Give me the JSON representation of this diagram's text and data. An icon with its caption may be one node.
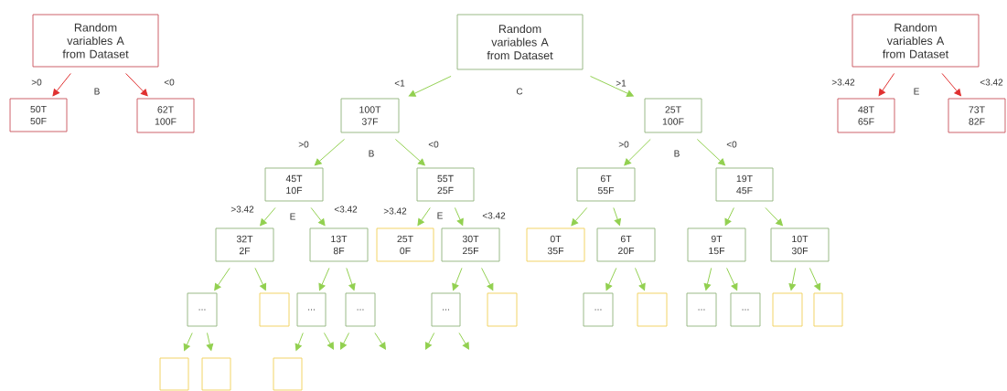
{
  "diagram": {
    "nodes": [
      {
        "text": [
          "Random variables A from Dataset"
        ]
      },
      {
        "text": [
          "50T 50F"
        ]
      },
      {
        "text": [
          "62T 100F"
        ]
      },
      {
        "text": [
          "Random variables A from Dataset"
        ]
      },
      {
        "text": [
          "48T 65F"
        ]
      },
      {
        "text": [
          "73T 82F"
        ]
      },
      {
        "text": [
          "Random variables A from Dataset"
        ]
      },
      {
        "text": [
          "100T 37F"
        ]
      },
      {
        "text": [
          "25T 100F"
        ]
      },
      {
        "text": [
          "45T 10F"
        ]
      },
      {
        "text": [
          "55T 25F"
        ]
      },
      {
        "text": [
          "6T 55F"
        ]
      },
      {
        "text": [
          "19T 45F"
        ]
      },
      {
        "text": [
          "32T 2F"
        ]
      },
      {
        "text": [
          "13T 8F"
        ]
      },
      {
        "text": [
          "25T 0F"
        ]
      },
      {
        "text": [
          "30T 25F"
        ]
      },
      {
        "text": [
          "0T 35F"
        ]
      },
      {
        "text": [
          "6T 20F"
        ]
      },
      {
        "text": [
          "9T 15F"
        ]
      },
      {
        "text": [
          "10T 30F"
        ]
      },
      {
        "text": [
          "..."
        ]
      },
      {
        "text": [],
        "shape": "box"
      },
      {
        "text": [
          "..."
        ]
      },
      {
        "text": [
          "..."
        ]
      },
      {
        "text": [
          "..."
        ]
      },
      {
        "text": [],
        "shape": "box"
      },
      {
        "text": [
          "..."
        ]
      },
      {
        "text": [],
        "shape": "box"
      },
      {
        "text": [
          "..."
        ]
      },
      {
        "text": [
          "..."
        ]
      },
      {
        "text": [],
        "shape": "box"
      },
      {
        "text": [],
        "shape": "box"
      },
      {
        "text": [],
        "shape": "box"
      },
      {
        "text": [],
        "shape": "box"
      },
      {
        "text": [],
        "shape": "box"
      }
    ],
    "edges": [
      {
        "from": 0,
        "to": 1,
        "arrow": "to",
        "label": ">0",
        "color": "#e03030"
      },
      {
        "from": 0,
        "to": 2,
        "arrow": "to",
        "label": "<0",
        "color": "#e03030"
      },
      {
        "from": 3,
        "to": 4,
        "arrow": "to",
        "label": ">3.42",
        "color": "#e03030"
      },
      {
        "from": 3,
        "to": 5,
        "arrow": "to",
        "label": "<3.42",
        "color": "#e03030"
      },
      {
        "from": 6,
        "to": 7,
        "arrow": "to",
        "label": "<1"
      },
      {
        "from": 6,
        "to": 8,
        "arrow": "to",
        "label": ">1"
      },
      {
        "from": 7,
        "to": 9,
        "arrow": "to",
        "label": ">0"
      },
      {
        "from": 7,
        "to": 10,
        "arrow": "to",
        "label": "<0"
      },
      {
        "from": 8,
        "to": 11,
        "arrow": "to",
        "label": ">0"
      },
      {
        "from": 8,
        "to": 12,
        "arrow": "to",
        "label": "<0"
      },
      {
        "from": 9,
        "to": 13,
        "arrow": "to",
        "label": ">3.42"
      },
      {
        "from": 9,
        "to": 14,
        "arrow": "to",
        "label": "<3.42"
      },
      {
        "from": 10,
        "to": 15,
        "arrow": "to",
        "label": ">3.42"
      },
      {
        "from": 10,
        "to": 16,
        "arrow": "to",
        "label": "<3.42"
      },
      {
        "from": 11,
        "to": 17,
        "arrow": "to"
      },
      {
        "from": 11,
        "to": 18,
        "arrow": "to"
      },
      {
        "from": 12,
        "to": 19,
        "arrow": "to"
      },
      {
        "from": 12,
        "to": 20,
        "arrow": "to"
      },
      {
        "from": 13,
        "to": 21,
        "arrow": "to"
      },
      {
        "from": 13,
        "to": 22,
        "arrow": "to"
      },
      {
        "from": 14,
        "to": 23,
        "arrow": "to"
      },
      {
        "from": 14,
        "to": 24,
        "arrow": "to"
      },
      {
        "from": 16,
        "to": 25,
        "arrow": "to"
      },
      {
        "from": 16,
        "to": 26,
        "arrow": "to"
      },
      {
        "from": 18,
        "to": 27,
        "arrow": "to"
      },
      {
        "from": 18,
        "to": 28,
        "arrow": "to"
      },
      {
        "from": 19,
        "to": 29,
        "arrow": "to"
      },
      {
        "from": 19,
        "to": 30,
        "arrow": "to"
      },
      {
        "from": 20,
        "to": 31,
        "arrow": "to"
      },
      {
        "from": 20,
        "to": 32,
        "arrow": "to"
      },
      {
        "from": 21,
        "to": 33,
        "arrow": "to"
      },
      {
        "from": 21,
        "to": 34,
        "arrow": "to"
      },
      {
        "from": 23,
        "to": 35,
        "arrow": "to"
      },
      {
        "from": 23,
        "to": null,
        "arrow": "to"
      },
      {
        "from": 24,
        "to": null,
        "arrow": "to"
      },
      {
        "from": 24,
        "to": null,
        "arrow": "to"
      },
      {
        "from": 25,
        "to": null,
        "arrow": "to"
      },
      {
        "from": 25,
        "to": null,
        "arrow": "to"
      }
    ],
    "labels": [
      "B",
      "C",
      "E",
      "B",
      "B",
      "E",
      "E"
    ]
  }
}
